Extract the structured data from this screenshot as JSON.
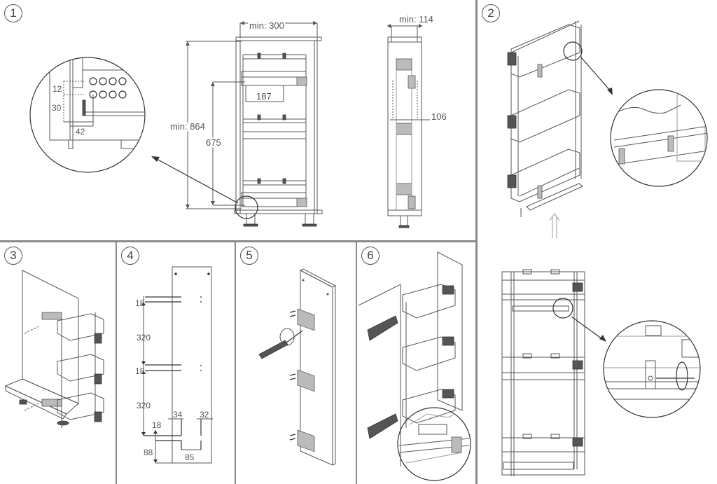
{
  "diagram": {
    "title": "Pull-out cabinet basket installation steps",
    "steps": [
      {
        "number": "1",
        "description": "Cabinet dimensions and mounting hole positions",
        "dimensions": {
          "min_width": "min: 300",
          "min_depth": "min: 114",
          "min_height": "min: 864",
          "rail_spacing": "675",
          "rail_length": "187",
          "inner_width": "106",
          "detail_top_offset": "12",
          "detail_height": "30",
          "detail_side_offset": "42"
        }
      },
      {
        "number": "2",
        "description": "Slide basket frame onto runners and clip in"
      },
      {
        "number": "3",
        "description": "Fix runners to cabinet side panel"
      },
      {
        "number": "4",
        "description": "Front panel drilling template",
        "dimensions": {
          "bracket_gap_1": "18",
          "spacing_1": "320",
          "bracket_gap_2": "18",
          "spacing_2": "320",
          "bottom_gap": "18",
          "left_offset": "34",
          "right_offset": "32",
          "bottom_offset": "88",
          "hole_spacing": "85"
        }
      },
      {
        "number": "5",
        "description": "Screw mounting brackets onto front panel"
      },
      {
        "number": "6",
        "description": "Attach front panel to basket frame"
      }
    ]
  },
  "colors": {
    "line": "#555555",
    "divider": "#8a8a8a",
    "background": "#ffffff"
  }
}
